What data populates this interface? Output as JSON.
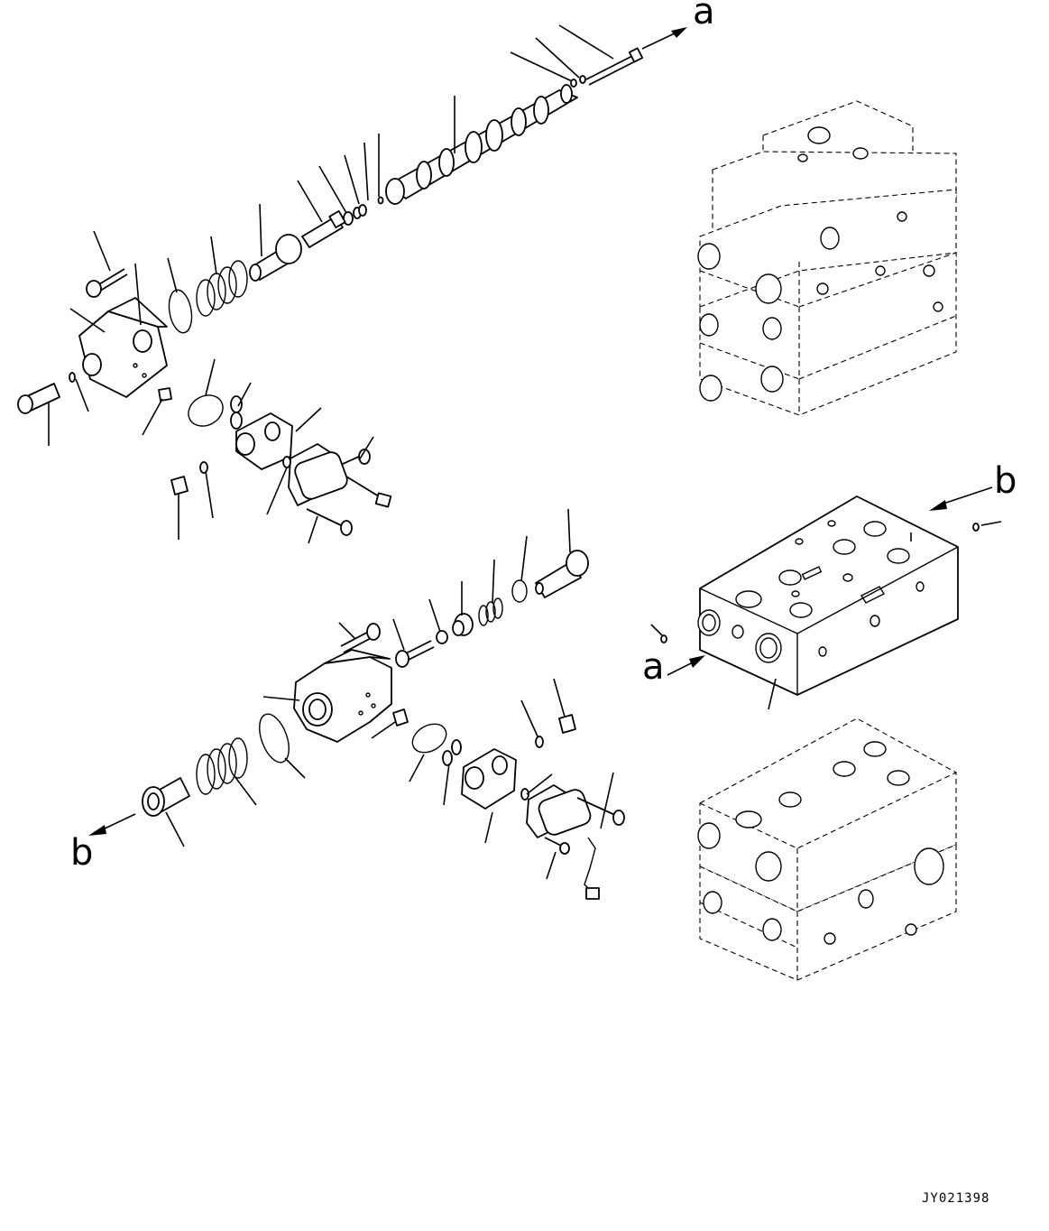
{
  "drawing_code": "JY021398",
  "connectors": {
    "a_top": "a",
    "a_side": "a",
    "b_side": "b",
    "b_bottom": "b"
  }
}
